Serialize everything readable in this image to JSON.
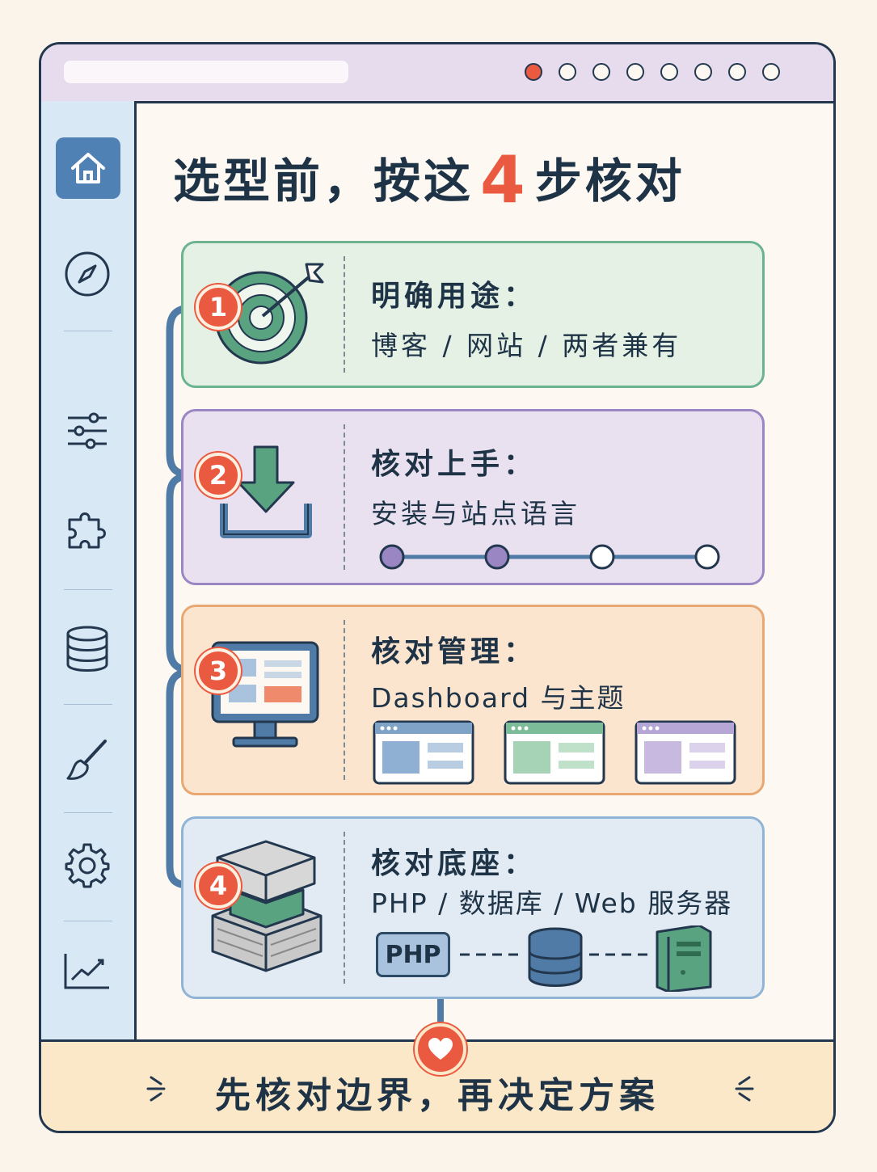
{
  "window": {
    "page_dots": {
      "count": 8,
      "active_index": 0
    }
  },
  "sidebar": {
    "items": [
      {
        "icon": "home-icon",
        "active": true
      },
      {
        "icon": "compass-icon"
      },
      {
        "icon": "sliders-icon"
      },
      {
        "icon": "puzzle-icon"
      },
      {
        "icon": "database-icon"
      },
      {
        "icon": "brush-icon"
      },
      {
        "icon": "gear-icon"
      },
      {
        "icon": "chart-line-icon"
      }
    ]
  },
  "title": {
    "before": "选型前，按这",
    "number": "4",
    "after": "步核对"
  },
  "steps": [
    {
      "number": "1",
      "heading": "明确用途：",
      "subtext": "博客 / 网站 / 两者兼有",
      "icon": "target-icon",
      "color": "#6cb48f",
      "bg": "#e4f1e4"
    },
    {
      "number": "2",
      "heading": "核对上手：",
      "subtext": "安装与站点语言",
      "icon": "download-icon",
      "color": "#9a86c3",
      "bg": "#e9e1ef",
      "progress": {
        "total": 4,
        "filled": 2
      }
    },
    {
      "number": "3",
      "heading": "核对管理：",
      "subtext": "Dashboard 与主题",
      "icon": "monitor-icon",
      "color": "#e8a874",
      "bg": "#fbe5cf"
    },
    {
      "number": "4",
      "heading": "核对底座：",
      "subtext": "PHP / 数据库 / Web 服务器",
      "icon": "server-stack-icon",
      "color": "#8fb4d6",
      "bg": "#e2ebf3",
      "stack_label": "PHP"
    }
  ],
  "footer": {
    "text": "先核对边界，再决定方案",
    "icon": "heart-icon"
  },
  "colors": {
    "accent": "#ea5a40",
    "ink": "#1f3347",
    "sidebar": "#d8e8f5"
  }
}
